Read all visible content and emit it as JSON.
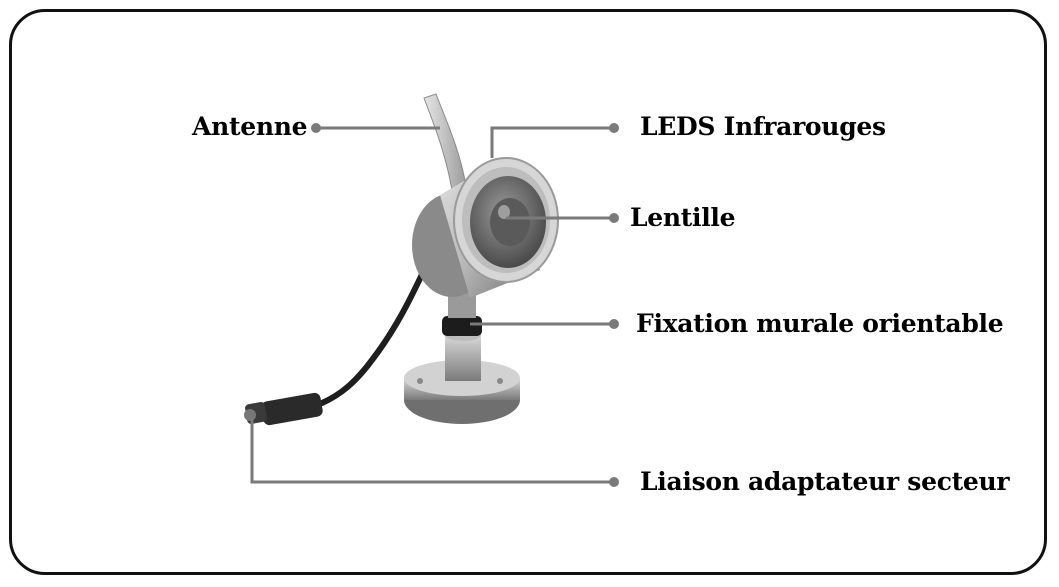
{
  "labels": {
    "antenna": "Antenne",
    "ir_leds": "LEDS Infrarouges",
    "lens": "Lentille",
    "mount": "Fixation murale orientable",
    "power": "Liaison adaptateur secteur"
  },
  "colors": {
    "leader_line": "#7a7a7a",
    "body_light": "#c9c9c9",
    "body_dark": "#7d7d7d",
    "cable": "#1e1e1e",
    "frame_border": "#111111"
  }
}
